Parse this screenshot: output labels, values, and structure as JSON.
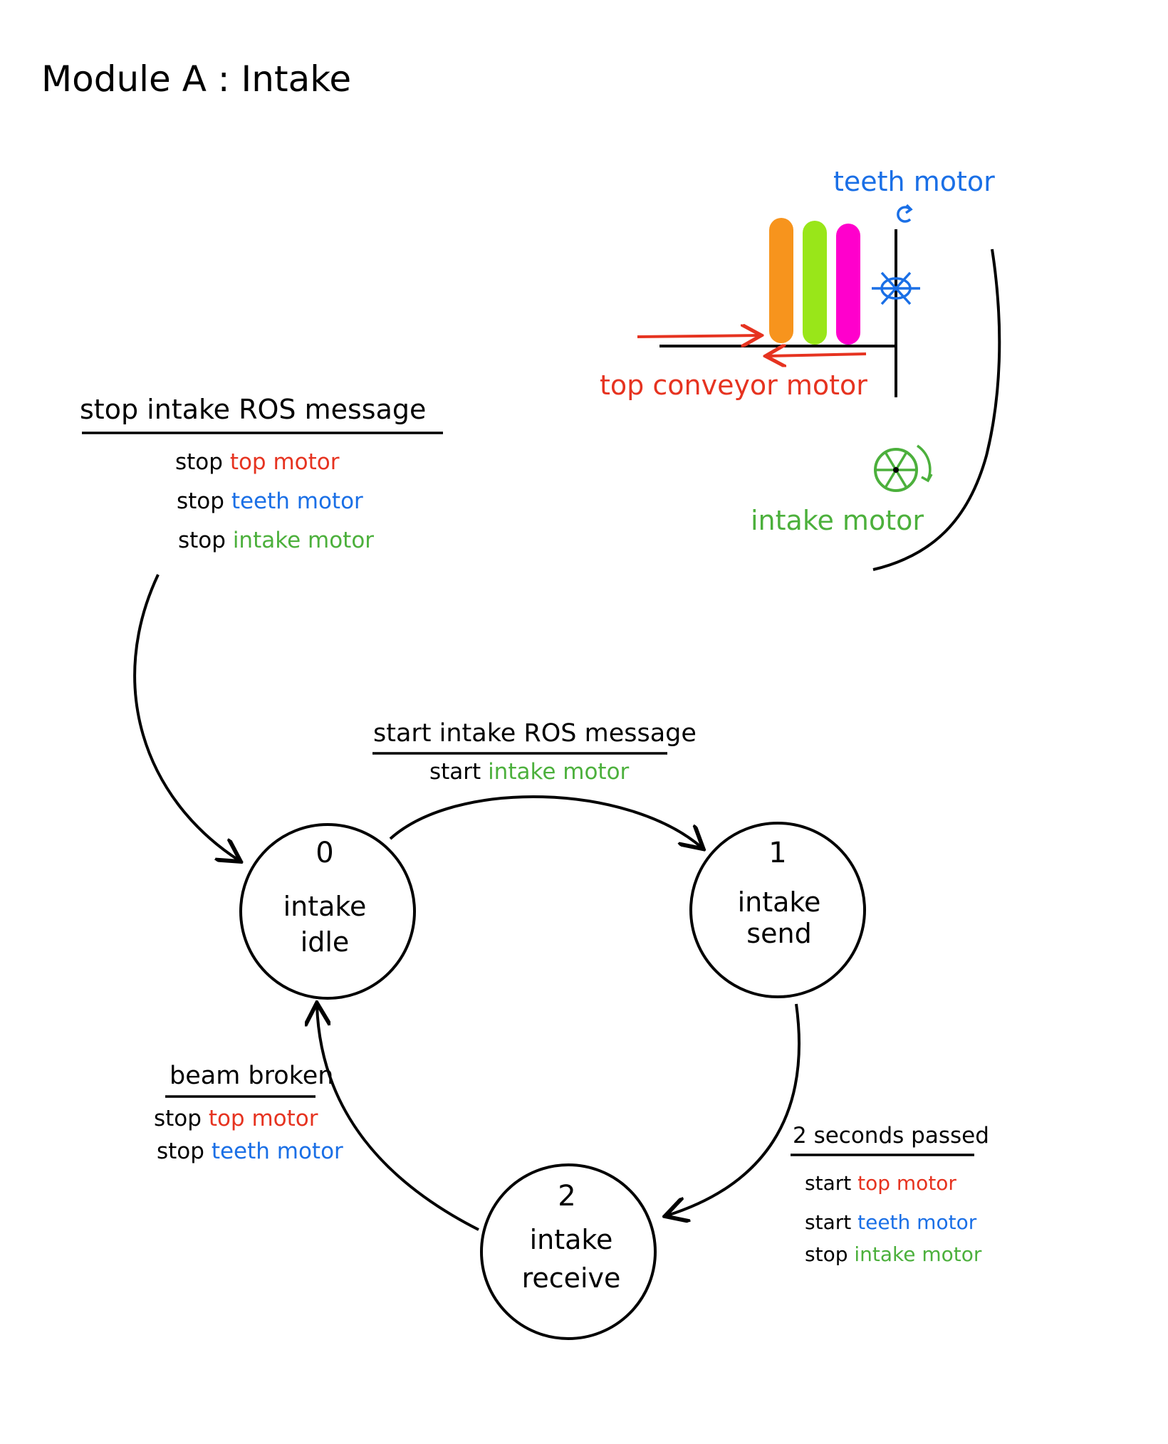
{
  "title": "Module A :  Intake",
  "colors": {
    "ink": "#000000",
    "red": "#e63320",
    "blue": "#1a6fe6",
    "green": "#4cb03c",
    "orange": "#f7941d",
    "lime": "#99e619",
    "magenta": "#ff00cc"
  },
  "mechanism": {
    "teeth_motor": "teeth motor",
    "top_conveyor_motor": "top conveyor motor",
    "intake_motor": "intake motor",
    "icons": [
      "rotate-arrow-icon",
      "teeth-gear-icon",
      "intake-wheel-icon"
    ]
  },
  "stop_block": {
    "heading": "stop intake ROS message",
    "actions": [
      {
        "verb": "stop",
        "motor": "top motor",
        "color": "red"
      },
      {
        "verb": "stop",
        "motor": "teeth motor",
        "color": "blue"
      },
      {
        "verb": "stop",
        "motor": "intake motor",
        "color": "green"
      }
    ]
  },
  "start_block": {
    "heading": "start intake ROS message",
    "actions": [
      {
        "verb": "start",
        "motor": "intake motor",
        "color": "green"
      }
    ]
  },
  "beam_block": {
    "heading": "beam broken",
    "actions": [
      {
        "verb": "stop",
        "motor": "top motor",
        "color": "red"
      },
      {
        "verb": "stop",
        "motor": "teeth motor",
        "color": "blue"
      }
    ]
  },
  "seconds_block": {
    "heading": "2 seconds passed",
    "actions": [
      {
        "verb": "start",
        "motor": "top motor",
        "color": "red"
      },
      {
        "verb": "start",
        "motor": "teeth motor",
        "color": "blue"
      },
      {
        "verb": "stop",
        "motor": "intake motor",
        "color": "green"
      }
    ]
  },
  "states": [
    {
      "number": "0",
      "line1": "intake",
      "line2": "idle"
    },
    {
      "number": "1",
      "line1": "intake",
      "line2": "send"
    },
    {
      "number": "2",
      "line1": "intake",
      "line2": "receive"
    }
  ]
}
